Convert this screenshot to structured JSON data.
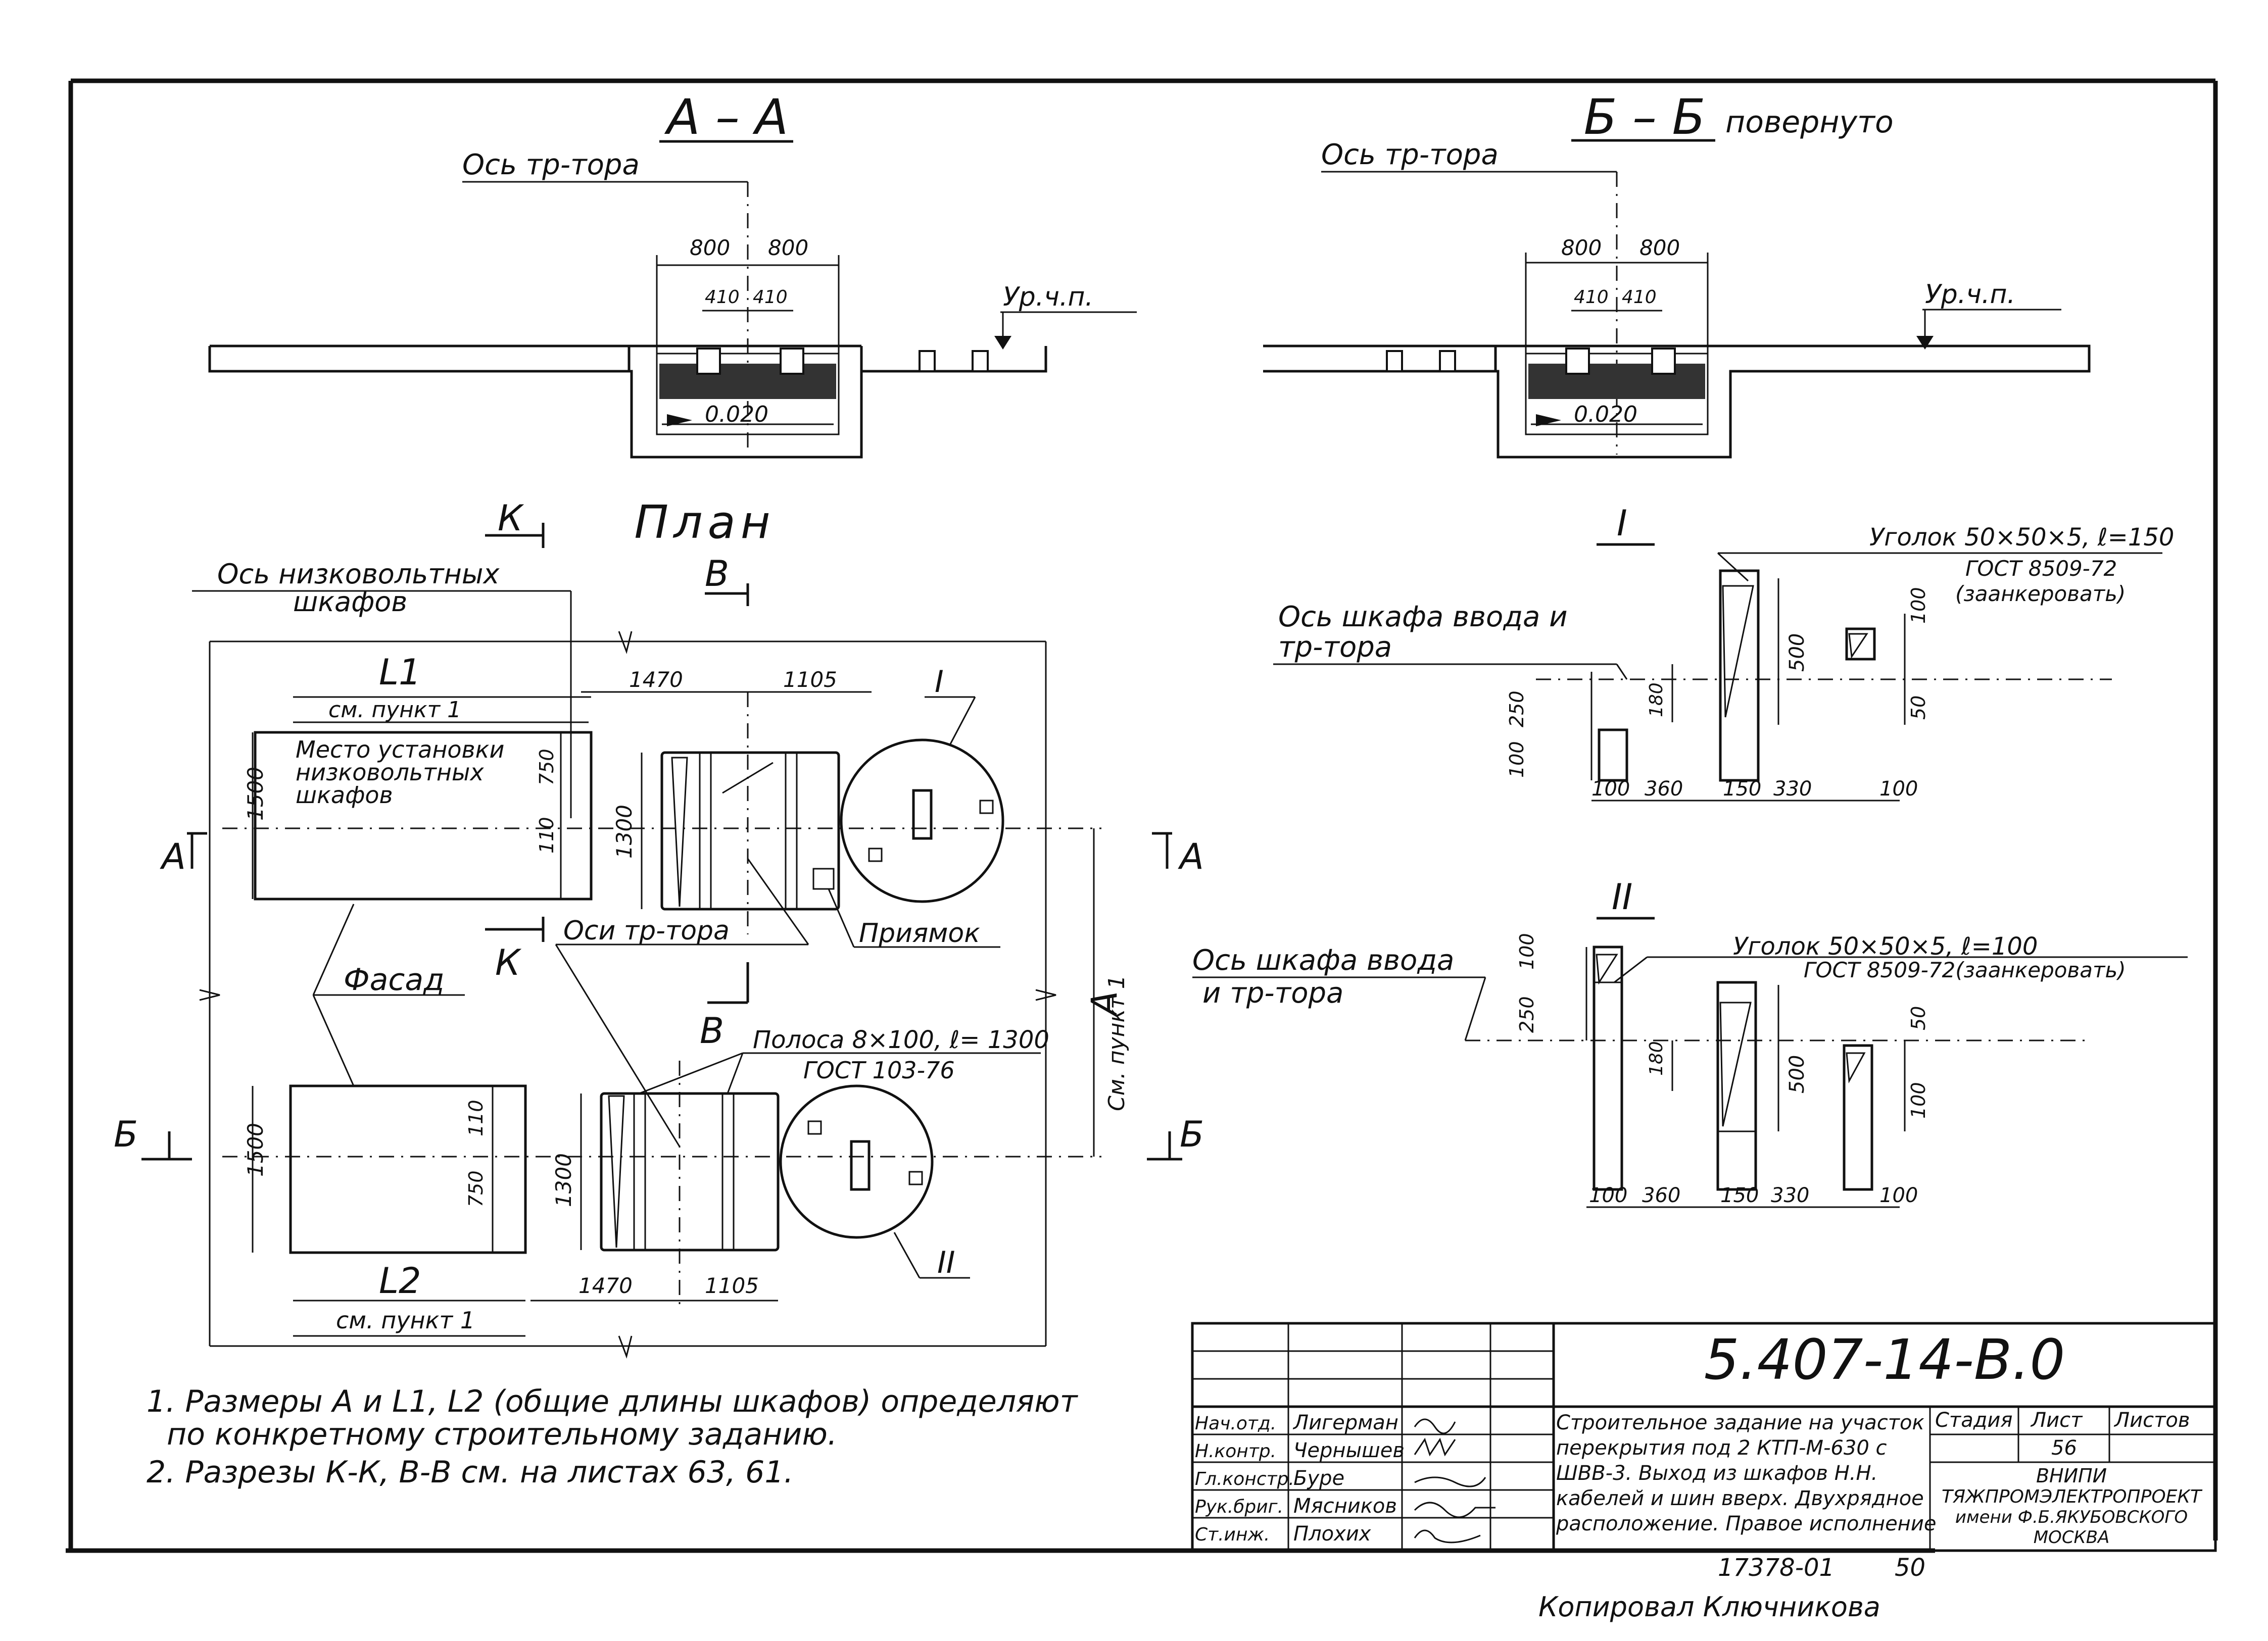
{
  "section_aa": {
    "title": "А – А",
    "axis_label": "Ось тр-тора",
    "dim_outer_left": "800",
    "dim_outer_right": "800",
    "dim_inner_left": "410",
    "dim_inner_right": "410",
    "level_label": "Ур.ч.п.",
    "slope": "0.020"
  },
  "section_bb": {
    "title": "Б – Б",
    "note": "повернуто",
    "axis_label": "Ось тр-тора",
    "dim_outer_left": "800",
    "dim_outer_right": "800",
    "dim_inner_left": "410",
    "dim_inner_right": "410",
    "level_label": "Ур.ч.п.",
    "slope": "0.020"
  },
  "plan": {
    "title": "План",
    "lv_axis_label_1": "Ось низковольтных",
    "lv_axis_label_2": "шкафов",
    "l1": "L1",
    "l1_note": "см. пункт 1",
    "l2": "L2",
    "l2_note": "см. пункт 1",
    "place_label_1": "Место установки",
    "place_label_2": "низковольтных",
    "place_label_3": "шкафов",
    "dim_1470_top": "1470",
    "dim_1105_top": "1105",
    "dim_1470_bottom": "1470",
    "dim_1105_bottom": "1105",
    "dim_1500_top": "1500",
    "dim_1500_bottom": "1500",
    "dim_1300_top": "1300",
    "dim_1300_bottom": "1300",
    "dim_750_top": "750",
    "dim_110_top": "110",
    "dim_110_bottom": "110",
    "dim_750_bottom": "750",
    "dim_a": "А",
    "dim_a_note": "См. пункт 1",
    "facade": "Фасад",
    "axes_tr": "Оси тр-тора",
    "pit": "Приямок",
    "strip_label": "Полоса 8×100, ℓ= 1300",
    "strip_gost": "ГОСТ 103-76",
    "cut_k": "К",
    "cut_b": "В",
    "cut_a": "А",
    "cut_bb": "Б",
    "node_i": "I",
    "node_ii": "II"
  },
  "detail_i": {
    "title": "I",
    "angle_label": "Уголок 50×50×5, ℓ=150",
    "gost": "ГОСТ 8509-72",
    "anchor": "(заанкеровать)",
    "axis_label_1": "Ось шкафа ввода и",
    "axis_label_2": "тр-тора",
    "d100_left": "100",
    "d250": "250",
    "d180": "180",
    "d500": "500",
    "d100_right": "100",
    "d50": "50",
    "b100a": "100",
    "b360": "360",
    "b150": "150",
    "b330": "330",
    "b100b": "100"
  },
  "detail_ii": {
    "title": "II",
    "angle_label": "Уголок 50×50×5, ℓ=100",
    "gost": "ГОСТ 8509-72(заанкеровать)",
    "axis_label_1": "Ось шкафа ввода",
    "axis_label_2": "и тр-тора",
    "d100_left": "100",
    "d250": "250",
    "d180": "180",
    "d500": "500",
    "d50": "50",
    "d100_right": "100",
    "b100a": "100",
    "b360": "360",
    "b150": "150",
    "b330": "330",
    "b100b": "100"
  },
  "notes": {
    "n1a": "1. Размеры А и L1, L2 (общие длины шкафов) определяют",
    "n1b": "по конкретному строительному заданию.",
    "n2": "2. Разрезы К-К, В-В см. на листах 63, 61."
  },
  "title_block": {
    "code": "5.407-14-В.0",
    "roles": [
      "Нач.отд.",
      "Н.контр.",
      "Гл.констр.",
      "Рук.бриг.",
      "Ст.инж."
    ],
    "names": [
      "Лигерман",
      "Чернышев",
      "Буре",
      "Мясников",
      "Плохих"
    ],
    "desc_1": "Строительное задание на участок",
    "desc_2": "перекрытия под 2 КТП-М-630 с",
    "desc_3": "ШВВ-3. Выход из шкафов Н.Н.",
    "desc_4": "кабелей и шин вверх. Двухрядное",
    "desc_5": "расположение. Правое исполнение",
    "stage_label": "Стадия",
    "sheet_label": "Лист",
    "sheets_label": "Листов",
    "sheet_no": "56",
    "org_1": "ВНИПИ",
    "org_2": "ТЯЖПРОМЭЛЕКТРОПРОЕКТ",
    "org_3": "имени Ф.Б.ЯКУБОВСКОГО",
    "org_4": "МОСКВА"
  },
  "footer": {
    "archive_no": "17378-01",
    "page": "50",
    "copied": "Копировал Ключникова"
  }
}
